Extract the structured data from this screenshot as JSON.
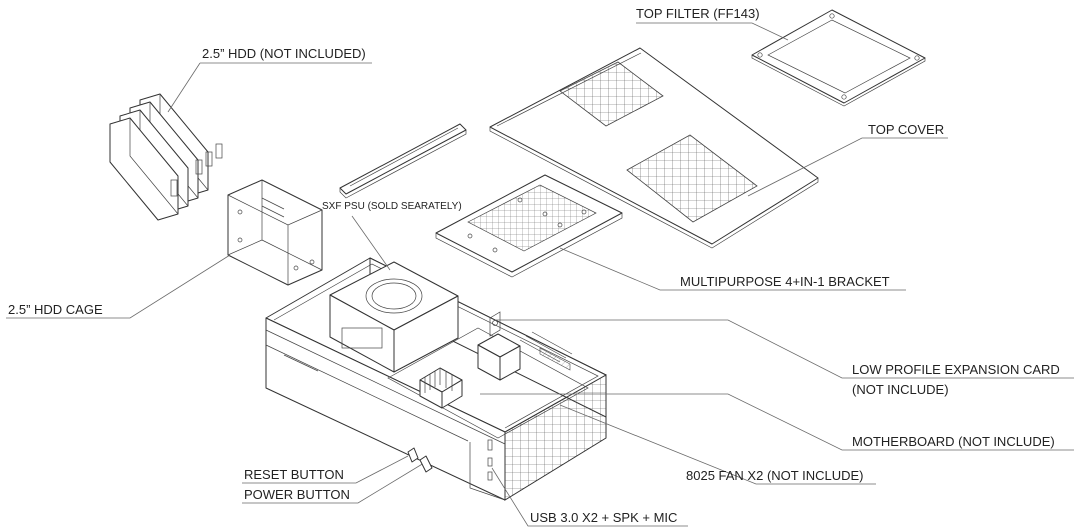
{
  "labels": {
    "top_filter": "TOP FILTER (FF143)",
    "hdd": "2.5” HDD (NOT INCLUDED)",
    "top_cover": "TOP COVER",
    "sxf_psu": "SXF PSU (SOLD SEARATELY)",
    "multipurpose_bracket": "MULTIPURPOSE 4+IN-1 BRACKET",
    "hdd_cage": "2.5” HDD CAGE",
    "low_profile_line1": "LOW PROFILE EXPANSION CARD",
    "low_profile_line2": "(NOT INCLUDE)",
    "motherboard": "MOTHERBOARD (NOT INCLUDE)",
    "fan": "8025 FAN X2 (NOT INCLUDE)",
    "reset_button": "RESET BUTTON",
    "power_button": "POWER BUTTON",
    "usb": "USB 3.0 X2 + SPK + MIC"
  },
  "icons": {
    "reset_button": "reset-button-icon",
    "power_button": "power-button-icon"
  }
}
